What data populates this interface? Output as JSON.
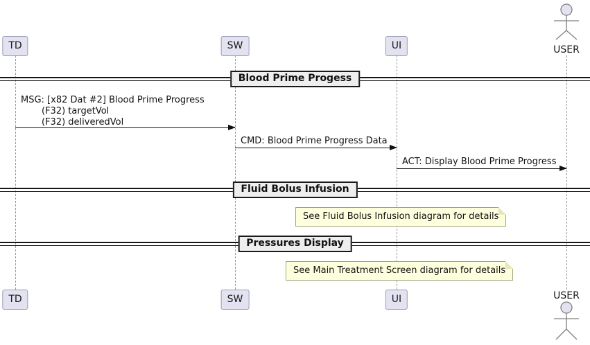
{
  "diagram_type": "sequence-diagram",
  "participants": [
    {
      "label": "TD"
    },
    {
      "label": "SW"
    },
    {
      "label": "UI"
    }
  ],
  "actor": {
    "label": "USER"
  },
  "dividers": [
    {
      "label": "Blood Prime Progess"
    },
    {
      "label": "Fluid Bolus Infusion"
    },
    {
      "label": "Pressures Display"
    }
  ],
  "messages": [
    {
      "from": "TD",
      "to": "SW",
      "lines": [
        "MSG: [x82 Dat #2] Blood Prime Progress",
        "(F32) targetVol",
        "(F32) deliveredVol"
      ]
    },
    {
      "from": "SW",
      "to": "UI",
      "label": "CMD: Blood Prime Progress Data"
    },
    {
      "from": "UI",
      "to": "USER",
      "label": "ACT: Display Blood Prime Progress"
    }
  ],
  "notes": [
    {
      "label": "See Fluid Bolus Infusion diagram for details"
    },
    {
      "label": "See Main Treatment Screen diagram for details"
    }
  ],
  "colors": {
    "participant_fill": "#E2E2F0",
    "participant_border": "#9A9AB4",
    "note_fill": "#FEFFDD",
    "note_border": "#A2A27A",
    "divider_fill": "#EEEEEE",
    "divider_border": "#1A1A1A",
    "lifeline": "#999999",
    "arrow": "#111111"
  }
}
